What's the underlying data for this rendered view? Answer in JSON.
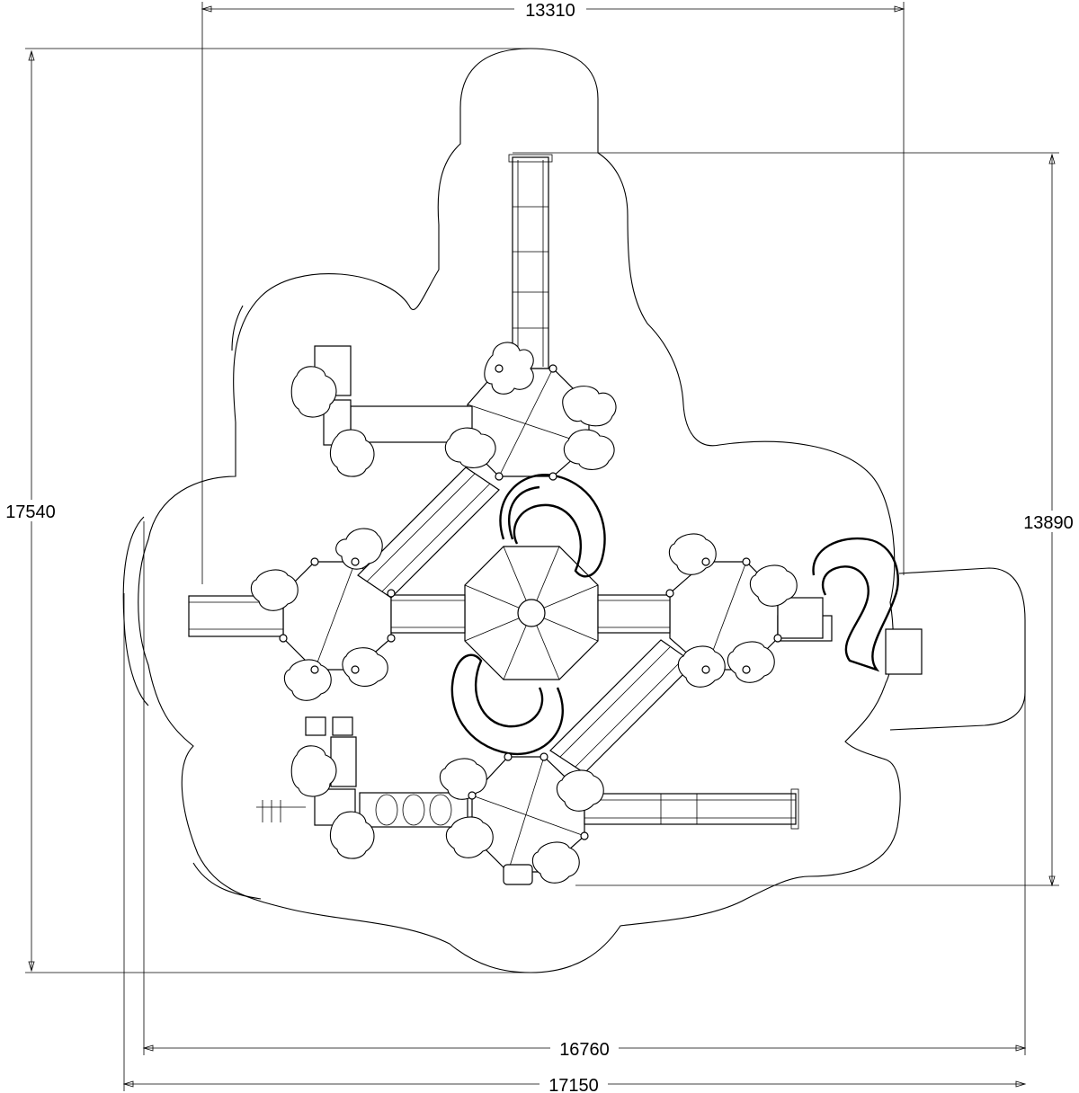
{
  "dimensions": {
    "top_width": "13310",
    "left_height": "17540",
    "right_height": "13890",
    "bottom_inner_width": "16760",
    "bottom_outer_width": "17150"
  },
  "colors": {
    "line": "#000000",
    "background": "#ffffff"
  }
}
